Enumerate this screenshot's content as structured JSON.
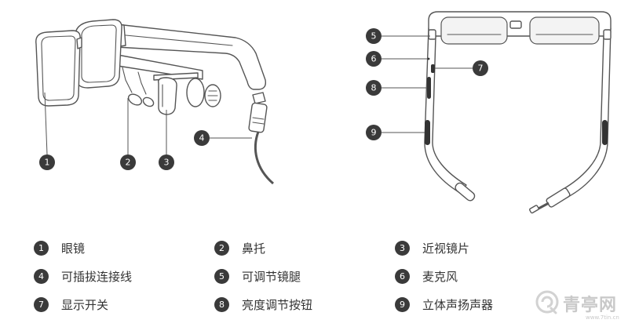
{
  "legend": [
    {
      "num": "1",
      "label": "眼镜"
    },
    {
      "num": "2",
      "label": "鼻托"
    },
    {
      "num": "3",
      "label": "近视镜片"
    },
    {
      "num": "4",
      "label": "可插拔连接线"
    },
    {
      "num": "5",
      "label": "可调节镜腿"
    },
    {
      "num": "6",
      "label": "麦克风"
    },
    {
      "num": "7",
      "label": "显示开关"
    },
    {
      "num": "8",
      "label": "亮度调节按钮"
    },
    {
      "num": "9",
      "label": "立体声扬声器"
    }
  ],
  "watermark": {
    "text": "青亭网",
    "url": "www.7tin.cn"
  },
  "colors": {
    "callout_fill": "#3a3a3a",
    "line": "#555555",
    "label": "#333333",
    "watermark": "#c9c9c9"
  }
}
